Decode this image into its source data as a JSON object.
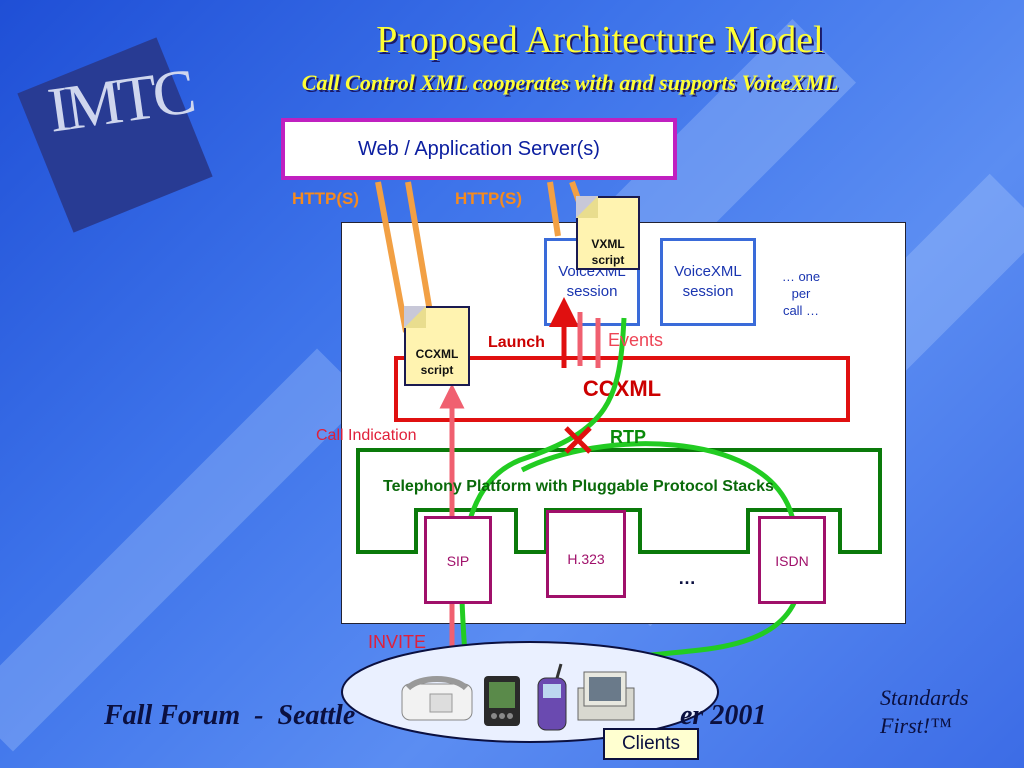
{
  "logo": {
    "text": "IMTC"
  },
  "header": {
    "title": "Proposed Architecture Model",
    "subtitle": "Call Control XML cooperates with and supports VoiceXML"
  },
  "server": {
    "label": "Web / Application Server(s)"
  },
  "http_left": "HTTP(S)",
  "http_right": "HTTP(S)",
  "vxml_script": {
    "line1": "VXML",
    "line2": "script"
  },
  "ccxml_script": {
    "line1": "CCXML",
    "line2": "script"
  },
  "sessions": [
    {
      "line1": "VoiceXML",
      "line2": "session"
    },
    {
      "line1": "VoiceXML",
      "line2": "session"
    }
  ],
  "one_per_call": {
    "line1": "… one",
    "line2": "per",
    "line3": "call …"
  },
  "launch": "Launch",
  "events": "Events",
  "ccxml": "CCXML",
  "call_indication": "Call Indication",
  "rtp": "RTP",
  "telephony": "Telephony Platform with Pluggable Protocol Stacks",
  "protocols": {
    "sip": "SIP",
    "h323": "H.323",
    "ellipsis": "…",
    "isdn": "ISDN"
  },
  "invite": "INVITE",
  "clients": "Clients",
  "footer": {
    "left": "Fall Forum  -  Seattle",
    "right": "er  2001"
  },
  "standards": {
    "line1": "Standards",
    "line2": "First!™"
  },
  "colors": {
    "title": "#ffff33",
    "server_border": "#c020c0",
    "ccxml_border": "#e01010",
    "telephony_border": "#0a7a0a",
    "protocol_border": "#a0106a",
    "session_border": "#3a6bd9",
    "http_line": "#f2a044",
    "rtp_path": "#22cc22",
    "signal_arrow": "#f06070"
  }
}
